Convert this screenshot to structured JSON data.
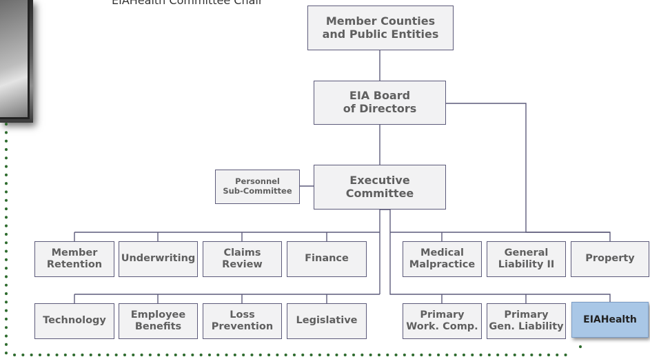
{
  "caption": "EIAHealth Committee Chair",
  "colors": {
    "line": "#5c5a7a",
    "box_fill": "#f2f2f3",
    "highlight": "#a9c7e6",
    "dots": "#2e6b2e"
  },
  "nodes": {
    "member_counties": "Member Counties\nand Public Entities",
    "board": "EIA Board\nof Directors",
    "executive": "Executive\nCommittee",
    "personnel": "Personnel\nSub-Committee",
    "member_retention": "Member\nRetention",
    "underwriting": "Underwriting",
    "claims_review": "Claims\nReview",
    "finance": "Finance",
    "technology": "Technology",
    "employee_benefits": "Employee\nBenefits",
    "loss_prevention": "Loss\nPrevention",
    "legislative": "Legislative",
    "medical_malpractice": "Medical\nMalpractice",
    "general_liability": "General\nLiability II",
    "property": "Property",
    "primary_work_comp": "Primary\nWork. Comp.",
    "primary_gen_liability": "Primary\nGen. Liability",
    "eiahealth": "EIAHealth"
  }
}
